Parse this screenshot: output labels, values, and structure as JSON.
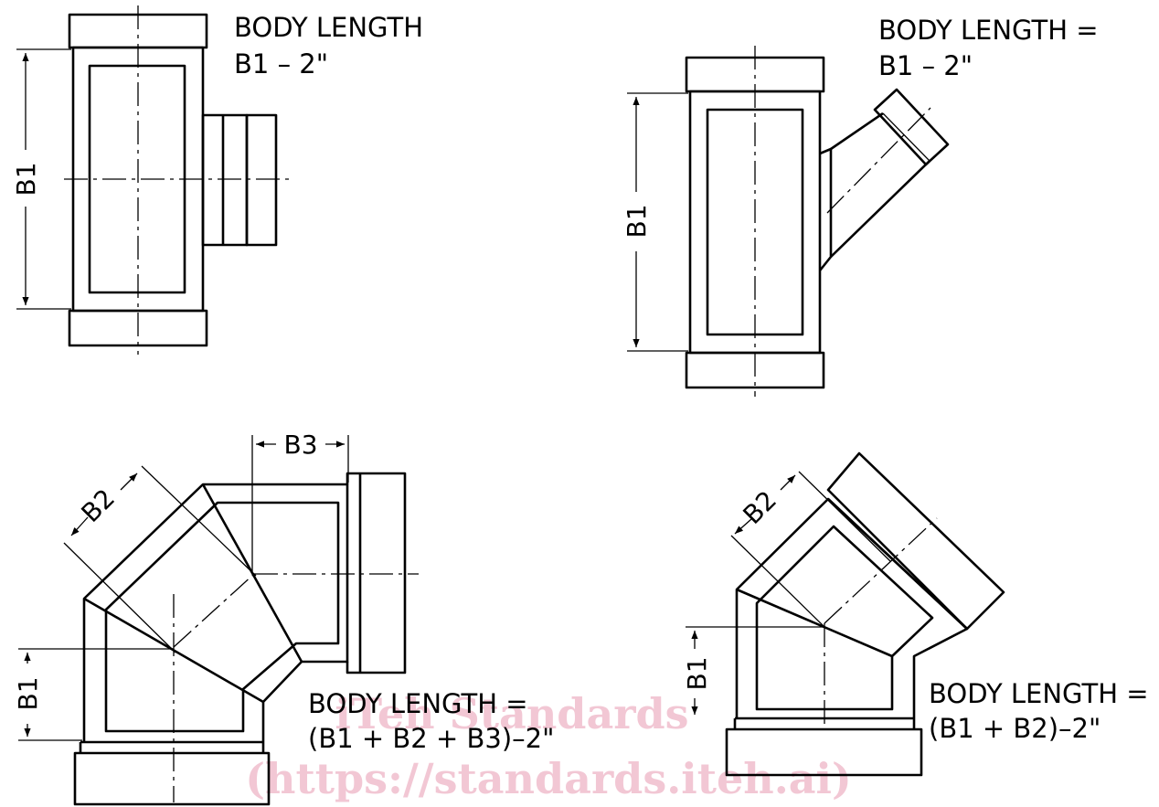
{
  "watermark": {
    "line1": "iTeh Standards",
    "line2": "(https://standards.iteh.ai)"
  },
  "fittings": [
    {
      "id": "sanitary-tee",
      "label_lines": [
        "BODY LENGTH",
        "B1 – 2\""
      ],
      "dimensions": [
        "B1"
      ]
    },
    {
      "id": "wye",
      "label_lines": [
        "BODY LENGTH =",
        "B1 – 2\""
      ],
      "dimensions": [
        "B1"
      ]
    },
    {
      "id": "elbow-90",
      "label_lines": [
        "BODY LENGTH =",
        "(B1 + B2 + B3)–2\""
      ],
      "dimensions": [
        "B1",
        "B2",
        "B3"
      ]
    },
    {
      "id": "elbow-45",
      "label_lines": [
        "BODY LENGTH =",
        "(B1 + B2)–2\""
      ],
      "dimensions": [
        "B1",
        "B2"
      ]
    }
  ]
}
